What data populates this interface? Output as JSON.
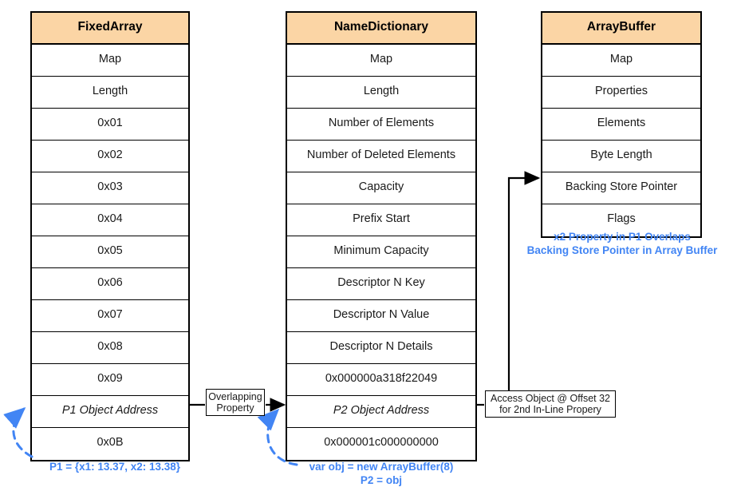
{
  "diagram": {
    "title": "V8 Heap Object Layout Overlap Diagram",
    "accent_blue": "#4285f4",
    "header_fill": "#fbd5a5",
    "border_color": "#000000"
  },
  "structures": [
    {
      "id": "fixedarray",
      "header": "FixedArray",
      "rows": [
        {
          "label": "Map",
          "italic": false
        },
        {
          "label": "Length",
          "italic": false
        },
        {
          "label": "0x01",
          "italic": false
        },
        {
          "label": "0x02",
          "italic": false
        },
        {
          "label": "0x03",
          "italic": false
        },
        {
          "label": "0x04",
          "italic": false
        },
        {
          "label": "0x05",
          "italic": false
        },
        {
          "label": "0x06",
          "italic": false
        },
        {
          "label": "0x07",
          "italic": false
        },
        {
          "label": "0x08",
          "italic": false
        },
        {
          "label": "0x09",
          "italic": false
        },
        {
          "label": "P1 Object Address",
          "italic": true
        },
        {
          "label": "0x0B",
          "italic": false
        }
      ]
    },
    {
      "id": "namedict",
      "header": "NameDictionary",
      "rows": [
        {
          "label": "Map",
          "italic": false
        },
        {
          "label": "Length",
          "italic": false
        },
        {
          "label": "Number of Elements",
          "italic": false
        },
        {
          "label": "Number of Deleted Elements",
          "italic": false
        },
        {
          "label": "Capacity",
          "italic": false
        },
        {
          "label": "Prefix Start",
          "italic": false
        },
        {
          "label": "Minimum Capacity",
          "italic": false
        },
        {
          "label": "Descriptor N Key",
          "italic": false
        },
        {
          "label": "Descriptor N Value",
          "italic": false
        },
        {
          "label": "Descriptor N Details",
          "italic": false
        },
        {
          "label": "0x000000a318f22049",
          "italic": false
        },
        {
          "label": "P2 Object Address",
          "italic": true
        },
        {
          "label": "0x000001c000000000",
          "italic": false
        }
      ]
    },
    {
      "id": "arraybuf",
      "header": "ArrayBuffer",
      "rows": [
        {
          "label": "Map",
          "italic": false
        },
        {
          "label": "Properties",
          "italic": false
        },
        {
          "label": "Elements",
          "italic": false
        },
        {
          "label": "Byte Length",
          "italic": false
        },
        {
          "label": "Backing Store Pointer",
          "italic": false
        },
        {
          "label": "Flags",
          "italic": false
        }
      ]
    }
  ],
  "connector_labels": {
    "overlapping": "Overlapping\nProperty",
    "access": "Access  Object @ Offset 32\nfor 2nd In-Line Propery"
  },
  "notes": {
    "p1": "P1 = {x1: 13.37, x2: 13.38}",
    "p2": "var obj = new ArrayBuffer(8)\nP2 = obj",
    "x2_overlap": "x2 Property in P1 Overlaps\nBacking Store Pointer in Array Buffer"
  }
}
